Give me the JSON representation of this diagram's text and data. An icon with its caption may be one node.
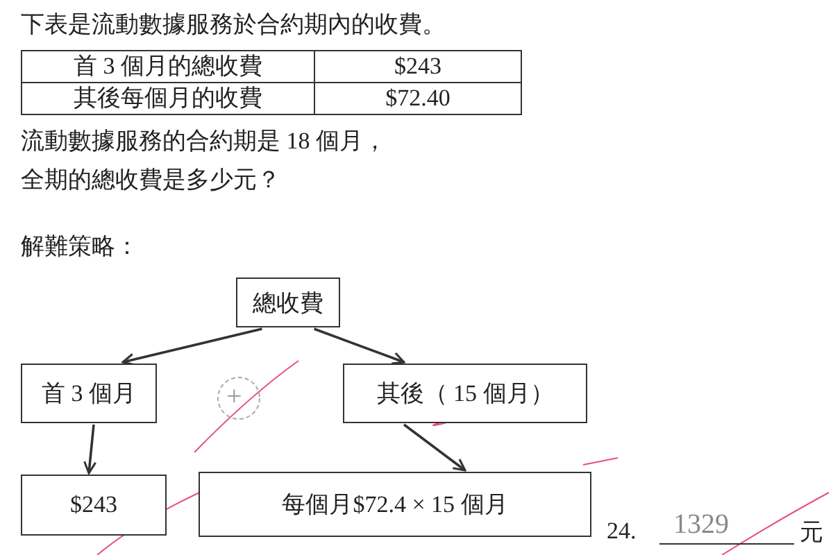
{
  "diagram": {
    "nodes": [
      {
        "text": [
          "總收費"
        ]
      },
      {
        "text": [
          "首 3 個月"
        ]
      },
      {
        "text": [
          "其後（ 15 個月）"
        ]
      },
      {
        "text": [
          "$243"
        ]
      },
      {
        "text": [
          "每個月$72.4 × 15 個月"
        ]
      }
    ],
    "edges": [
      {
        "from": 0,
        "to": 1,
        "arrow": "to"
      },
      {
        "from": 0,
        "to": 2,
        "arrow": "to"
      },
      {
        "from": 1,
        "to": 3,
        "arrow": "to"
      },
      {
        "from": 2,
        "to": 4,
        "arrow": "to"
      }
    ],
    "labels": [
      "下表是流動數據服務於合約期內的收費。",
      "首 3 個月的總收費",
      "$243",
      "其後每個月的收費",
      "$72.40",
      "流動數據服務的合約期是 18 個月，",
      "全期的總收費是多少元？",
      "解難策略：",
      "+",
      "24.",
      "1329",
      "元"
    ]
  }
}
